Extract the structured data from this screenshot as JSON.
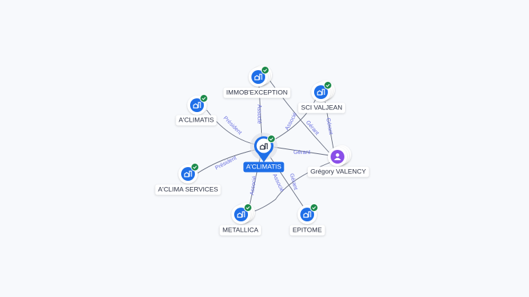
{
  "colors": {
    "company": "#1f6fe8",
    "person": "#8a4fe8",
    "check": "#1c8a4a",
    "center_label_bg": "#1f6fe8",
    "edge_label": "#6c72e0"
  },
  "center": {
    "label": "A'CLIMATIS",
    "icon": "building-icon"
  },
  "nodes": [
    {
      "id": "immob",
      "label": "IMMOB'EXCEPTION",
      "type": "company",
      "verified": true
    },
    {
      "id": "aclimatis2",
      "label": "A'CLIMATIS",
      "type": "company",
      "verified": true
    },
    {
      "id": "scivaljean",
      "label": "SCI VALJEAN",
      "type": "company",
      "verified": true
    },
    {
      "id": "valency",
      "label": "Grégory VALENCY",
      "type": "person",
      "verified": false
    },
    {
      "id": "aclimaservices",
      "label": "A'CLIMA SERVICES",
      "type": "company",
      "verified": true
    },
    {
      "id": "metallica",
      "label": "METALLICA",
      "type": "company",
      "verified": true
    },
    {
      "id": "epitome",
      "label": "EPITOME",
      "type": "company",
      "verified": true
    }
  ],
  "edges": [
    {
      "label": "Associé"
    },
    {
      "label": "Président"
    },
    {
      "label": "Associé"
    },
    {
      "label": "Gérant"
    },
    {
      "label": "Président"
    },
    {
      "label": "Associé"
    },
    {
      "label": "Associé"
    },
    {
      "label": "Gérant"
    },
    {
      "label": "Gérant"
    },
    {
      "label": "Gérant"
    }
  ]
}
